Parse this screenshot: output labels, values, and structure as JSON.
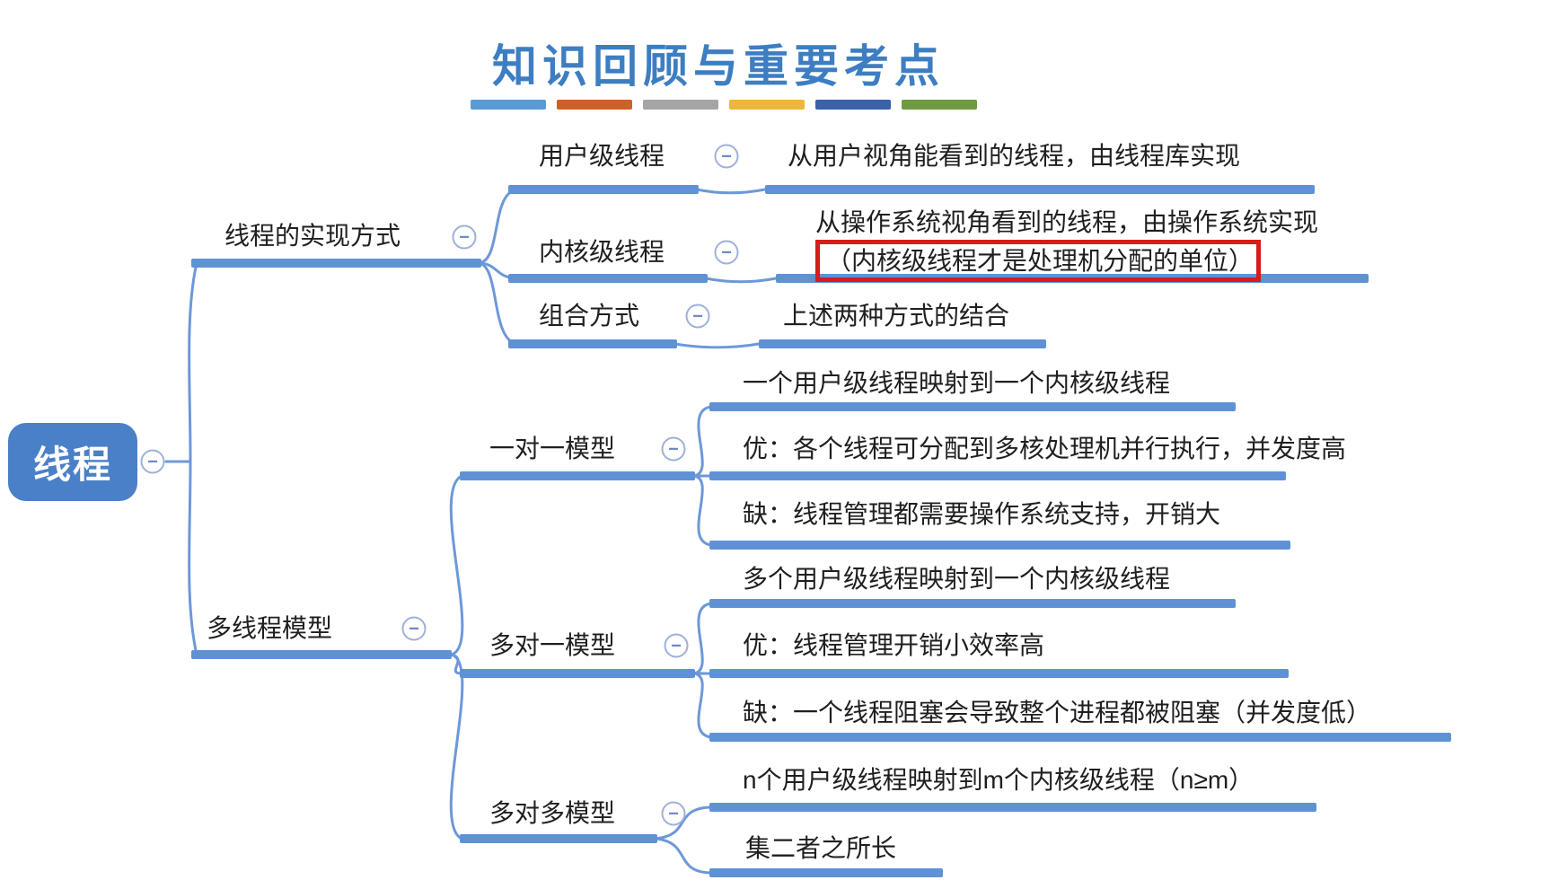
{
  "title": "知识回顾与重要考点",
  "decor_bars": {
    "colors": [
      "#5b9bd5",
      "#cd6227",
      "#a5a5a5",
      "#edb63c",
      "#3a62aa",
      "#6f9b40"
    ]
  },
  "accent": {
    "title_blue": "#3d7ec2",
    "map_line_blue": "#5f92d5",
    "root_bg_blue": "#4a80c8",
    "highlight_red": "#d41d1c"
  },
  "icons": {
    "collapse_glyph": "−"
  },
  "mindmap": {
    "root": {
      "label": "线程"
    },
    "branches": [
      {
        "label": "线程的实现方式",
        "children": [
          {
            "label": "用户级线程",
            "notes": [
              "从用户视角能看到的线程，由线程库实现"
            ]
          },
          {
            "label": "内核级线程",
            "notes": [
              "从操作系统视角看到的线程，由操作系统实现",
              "（内核级线程才是处理机分配的单位）"
            ]
          },
          {
            "label": "组合方式",
            "notes": [
              "上述两种方式的结合"
            ]
          }
        ]
      },
      {
        "label": "多线程模型",
        "children": [
          {
            "label": "一对一模型",
            "notes": [
              "一个用户级线程映射到一个内核级线程",
              "优：各个线程可分配到多核处理机并行执行，并发度高",
              "缺：线程管理都需要操作系统支持，开销大"
            ]
          },
          {
            "label": "多对一模型",
            "notes": [
              "多个用户级线程映射到一个内核级线程",
              "优：线程管理开销小效率高",
              "缺：一个线程阻塞会导致整个进程都被阻塞（并发度低）"
            ]
          },
          {
            "label": "多对多模型",
            "notes": [
              "n个用户级线程映射到m个内核级线程（n≥m）",
              "集二者之所长"
            ]
          }
        ]
      }
    ]
  }
}
